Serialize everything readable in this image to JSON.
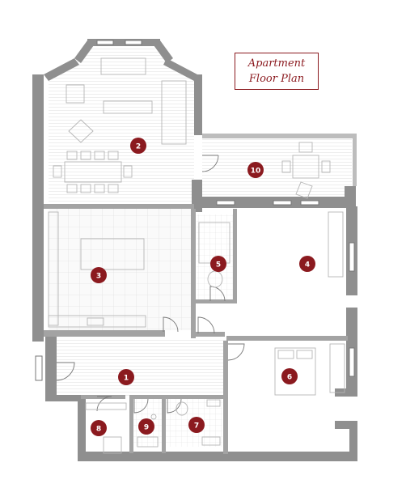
{
  "title": {
    "line1": "Apartment",
    "line2": "Floor Plan"
  },
  "colors": {
    "wall": "#8f8f8f",
    "wall_dark": "#7a7a7a",
    "badge": "#8b1a1f",
    "line": "#9a9a9a",
    "hatch": "#e8e8e8"
  },
  "rooms": [
    {
      "id": "room-1",
      "label": "1"
    },
    {
      "id": "room-2",
      "label": "2"
    },
    {
      "id": "room-3",
      "label": "3"
    },
    {
      "id": "room-4",
      "label": "4"
    },
    {
      "id": "room-5",
      "label": "5"
    },
    {
      "id": "room-6",
      "label": "6"
    },
    {
      "id": "room-7",
      "label": "7"
    },
    {
      "id": "room-8",
      "label": "8"
    },
    {
      "id": "room-9",
      "label": "9"
    },
    {
      "id": "room-10",
      "label": "10"
    }
  ]
}
